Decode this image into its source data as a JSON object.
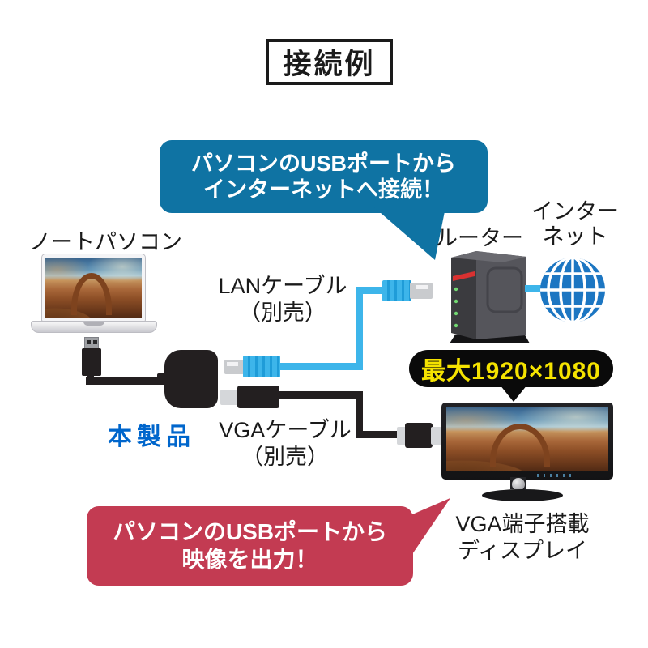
{
  "title": "接続例",
  "callouts": {
    "internet": {
      "line1": "パソコンのUSBポートから",
      "line2": "インターネットへ接続！",
      "bg": "#0F73A3",
      "text_color": "#FFFFFF"
    },
    "video": {
      "line1": "パソコンのUSBポートから",
      "line2": "映像を出力！",
      "bg": "#C33B52",
      "text_color": "#FFFFFF"
    }
  },
  "badge": {
    "text": "最大1920×1080",
    "bg": "#0A0A0A",
    "text_color": "#F5E300"
  },
  "devices": {
    "laptop_label": "ノートパソコン",
    "product_label": "本製品",
    "product_label_color": "#0066CC",
    "router_label": "ルーター",
    "internet_label_line1": "インター",
    "internet_label_line2": "ネット",
    "display_label_line1": "VGA端子搭載",
    "display_label_line2": "ディスプレイ"
  },
  "cables": {
    "lan_label_line1": "LANケーブル",
    "lan_label_line2": "（別売）",
    "vga_label_line1": "VGAケーブル",
    "vga_label_line2": "（別売）",
    "lan_color": "#3DB5EA",
    "vga_color": "#231F20"
  }
}
